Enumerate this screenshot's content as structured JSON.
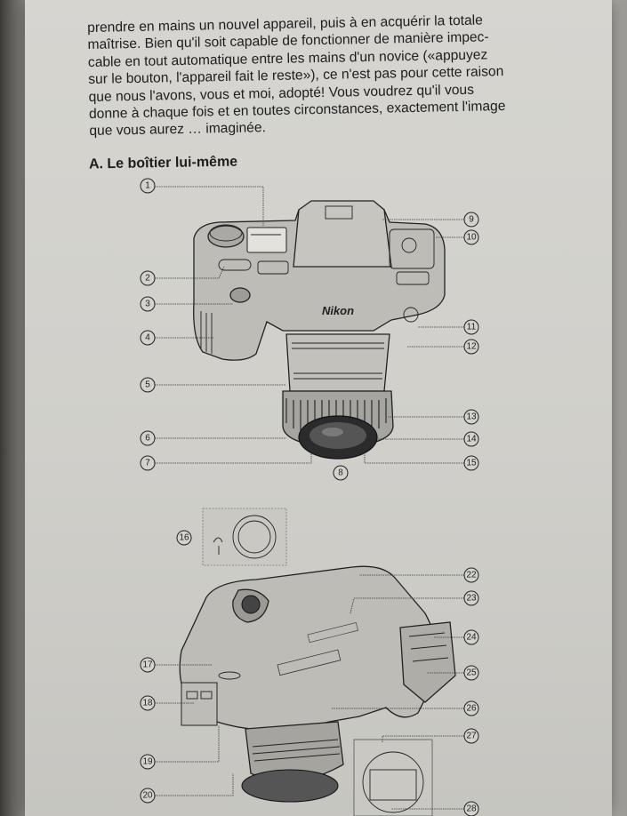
{
  "text_lines": [
    "prendre en mains un nouvel appareil, puis à en acquérir la totale",
    "maîtrise. Bien qu'il soit capable de fonctionner de manière impec-",
    "cable en tout automatique entre les mains d'un novice («appuyez",
    "sur le bouton, l'appareil fait le reste»), ce n'est pas pour cette raison",
    "que nous l'avons, vous et moi, adopté! Vous voudrez qu'il vous",
    "donne à chaque fois et en toutes circonstances, exactement l'image",
    "que vous aurez … imaginée."
  ],
  "section_heading": "A. Le boîtier lui-même",
  "brand_on_camera": "Nikon",
  "callouts_top": [
    "1",
    "2",
    "3",
    "4",
    "5",
    "6",
    "7",
    "8",
    "9",
    "10",
    "11",
    "12",
    "13",
    "14",
    "15"
  ],
  "callouts_bottom": [
    "16",
    "17",
    "18",
    "19",
    "20",
    "22",
    "23",
    "24",
    "25",
    "26",
    "27",
    "28"
  ]
}
